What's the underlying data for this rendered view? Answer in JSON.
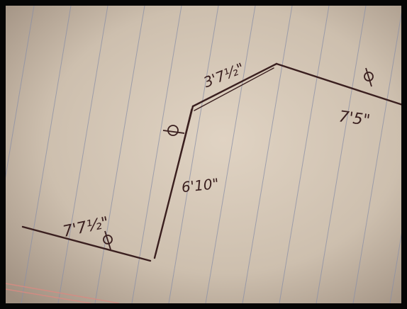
{
  "labels": {
    "top_left_slope": "3'7½\"",
    "top_right": "7'5\"",
    "vertical": "6'10\"",
    "bottom_left": "7'7½\"",
    "symbol": "ϕ"
  },
  "colors": {
    "paper": "#cfc1b0",
    "rule_line": "#8a8fa6",
    "margin_line": "#d98a82",
    "ink": "#3a1f1f",
    "border": "#050505"
  }
}
